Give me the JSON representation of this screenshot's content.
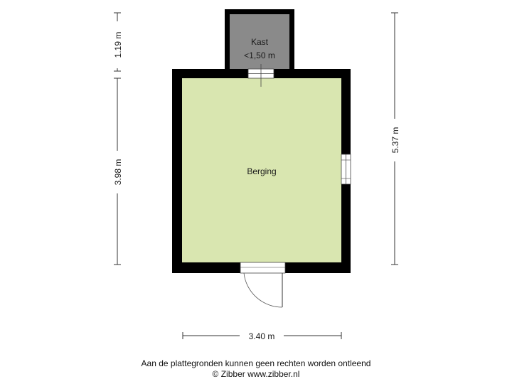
{
  "rooms": {
    "storage": {
      "name": "Berging",
      "fill": "#d9e6b0"
    },
    "closet": {
      "name": "Kast",
      "height_note": "<1,50 m",
      "fill": "#8a8a8a"
    }
  },
  "dimensions": {
    "left_top": "1.19 m",
    "left_main": "3.98 m",
    "right_total": "5.37 m",
    "bottom_width": "3.40 m"
  },
  "footer": {
    "disclaimer": "Aan de plattegronden kunnen geen rechten worden ontleend",
    "copyright": "© Zibber www.zibber.nl"
  },
  "colors": {
    "wall": "#000000",
    "dimension_line": "#333333"
  }
}
